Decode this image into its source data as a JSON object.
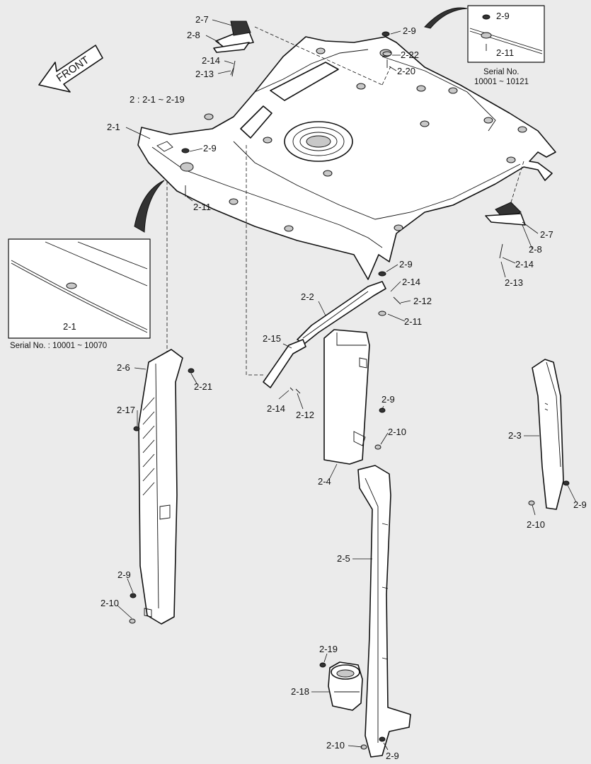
{
  "front_label": "FRONT",
  "group_note": "2 : 2-1 ~ 2-19",
  "inset_left": {
    "caption": "Serial No. : 10001 ~ 10070",
    "callout": "2-1"
  },
  "inset_right": {
    "caption_line1": "Serial No.",
    "caption_line2": "10001 ~ 10121",
    "callouts": [
      "2-9",
      "2-11"
    ]
  },
  "callouts": {
    "c27a": "2-7",
    "c28a": "2-8",
    "c214a": "2-14",
    "c213a": "2-13",
    "c29a": "2-9",
    "c222": "2-22",
    "c220": "2-20",
    "c21": "2-1",
    "c29b": "2-9",
    "c211a": "2-11",
    "c27b": "2-7",
    "c28b": "2-8",
    "c214b": "2-14",
    "c213b": "2-13",
    "c29c": "2-9",
    "c214c": "2-14",
    "c212a": "2-12",
    "c211b": "2-11",
    "c22": "2-2",
    "c215": "2-15",
    "c214d": "2-14",
    "c212b": "2-12",
    "c26": "2-6",
    "c221": "2-21",
    "c217": "2-17",
    "c29d": "2-9",
    "c210a": "2-10",
    "c24": "2-4",
    "c23": "2-3",
    "c29e": "2-9",
    "c210b": "2-10",
    "c29f": "2-9",
    "c210c": "2-10",
    "c25": "2-5",
    "c219": "2-19",
    "c218": "2-18",
    "c210d": "2-10",
    "c29g": "2-9"
  }
}
